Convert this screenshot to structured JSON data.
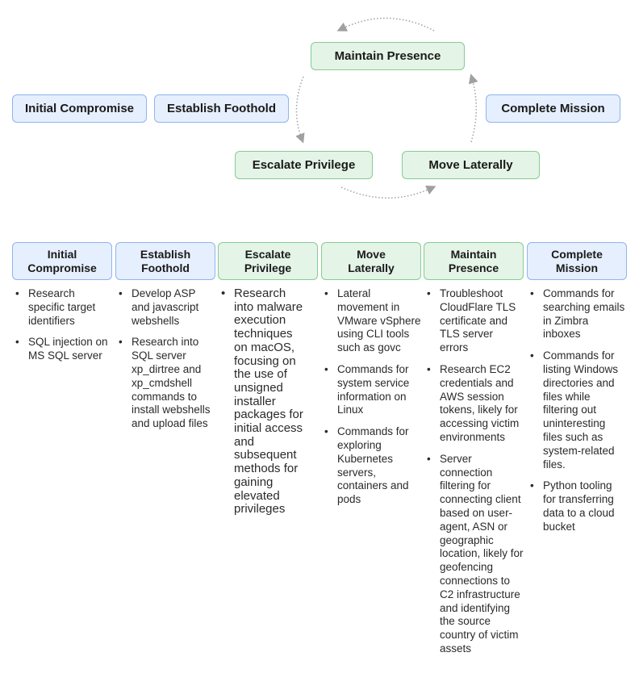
{
  "cycle_diagram": {
    "nodes": [
      {
        "id": "initial-compromise",
        "label": "Initial Compromise",
        "color": "blue"
      },
      {
        "id": "establish-foothold",
        "label": "Establish Foothold",
        "color": "blue"
      },
      {
        "id": "maintain-presence",
        "label": "Maintain Presence",
        "color": "green"
      },
      {
        "id": "escalate-privilege",
        "label": "Escalate Privilege",
        "color": "green"
      },
      {
        "id": "move-laterally",
        "label": "Move Laterally",
        "color": "green"
      },
      {
        "id": "complete-mission",
        "label": "Complete Mission",
        "color": "blue"
      }
    ],
    "edges": [
      {
        "from": "maintain-presence",
        "to": "escalate-privilege",
        "style": "dotted"
      },
      {
        "from": "escalate-privilege",
        "to": "move-laterally",
        "style": "dotted"
      },
      {
        "from": "move-laterally",
        "to": "maintain-presence",
        "style": "dotted"
      },
      {
        "from": "maintain-presence",
        "to": "maintain-presence-loop",
        "style": "dotted"
      }
    ]
  },
  "colors": {
    "blue_fill": "#e6effd",
    "blue_border": "#8fb4ef",
    "green_fill": "#e4f4e7",
    "green_border": "#85cc95",
    "arrow": "#a0a0a0"
  },
  "columns": [
    {
      "header_line1": "Initial",
      "header_line2": "Compromise",
      "color": "blue",
      "items": [
        "Research specific target identifiers",
        "SQL injection on MS SQL server"
      ]
    },
    {
      "header_line1": "Establish",
      "header_line2": "Foothold",
      "color": "blue",
      "items": [
        "Develop ASP and javascript webshells",
        "Research into SQL server xp_dirtree and xp_cmdshell commands to install webshells and upload files"
      ]
    },
    {
      "header_line1": "Escalate",
      "header_line2": "Privilege",
      "color": "green",
      "items": [
        "Research into malware execution techniques on macOS, focusing on the use of unsigned installer packages for initial access and subsequent methods for gaining elevated privileges"
      ]
    },
    {
      "header_line1": "Move",
      "header_line2": "Laterally",
      "color": "green",
      "items": [
        "Lateral movement in VMware vSphere using CLI tools such as govc",
        "Commands for system service information on Linux",
        "Commands for exploring Kubernetes servers, containers and pods"
      ]
    },
    {
      "header_line1": "Maintain",
      "header_line2": "Presence",
      "color": "green",
      "items": [
        "Troubleshoot CloudFlare TLS certificate and TLS server errors",
        "Research EC2 credentials and AWS session tokens, likely for accessing victim environments",
        "Server connection filtering for connecting client based on user-agent, ASN or geographic location, likely for geofencing connections to C2 infrastructure and identifying the source country of victim assets"
      ]
    },
    {
      "header_line1": "Complete",
      "header_line2": "Mission",
      "color": "blue",
      "items": [
        "Commands for searching emails in Zimbra inboxes",
        "Commands for listing Windows directories and files while filtering out uninteresting files such as system-related files.",
        "Python tooling for transferring data to a cloud bucket"
      ]
    }
  ]
}
